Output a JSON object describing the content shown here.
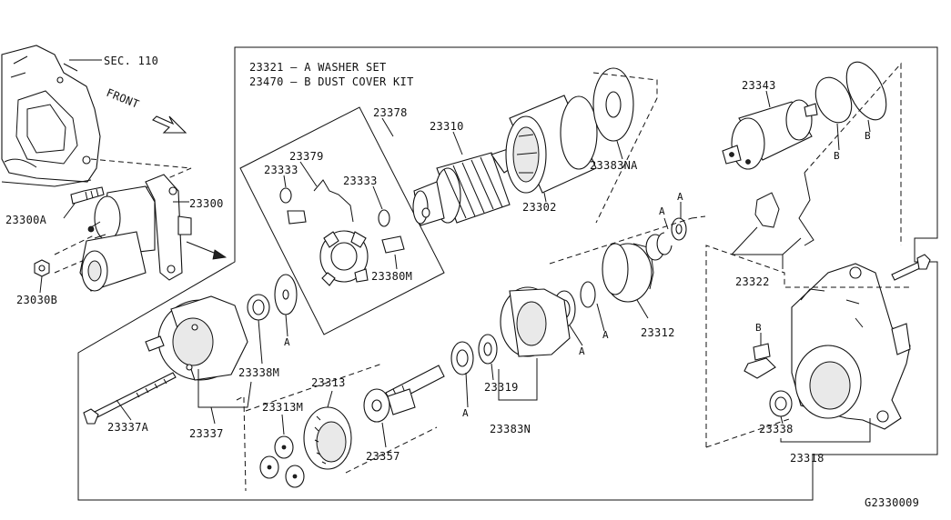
{
  "diagram": {
    "figure_code": "G2330009",
    "legend": [
      {
        "code": "23321",
        "letter": "A",
        "text": "WASHER SET"
      },
      {
        "code": "23470",
        "letter": "B",
        "text": "DUST COVER KIT"
      }
    ],
    "front_label": "FRONT",
    "section_ref": "SEC. 110",
    "callouts": {
      "p23300": "23300",
      "p23300A": "23300A",
      "p23030B": "23030B",
      "p23378": "23378",
      "p23379": "23379",
      "p23333a": "23333",
      "p23333b": "23333",
      "p23380M": "23380M",
      "p23310": "23310",
      "p23302": "23302",
      "p23383NA": "23383NA",
      "p23343": "23343",
      "p23322": "23322",
      "p23312": "23312",
      "p23338M": "23338M",
      "p23337A": "23337A",
      "p23337": "23337",
      "p23313": "23313",
      "p23313M": "23313M",
      "p23357": "23357",
      "p23319": "23319",
      "p23383N": "23383N",
      "p23338": "23338",
      "p23318": "23318"
    },
    "markers": {
      "a": "A",
      "b": "B"
    }
  }
}
